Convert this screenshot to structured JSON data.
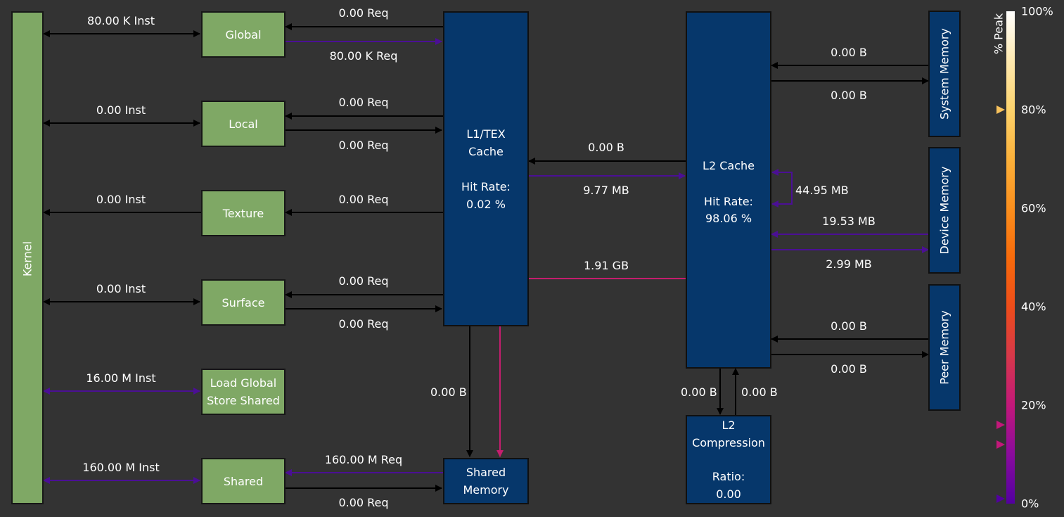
{
  "kernel": {
    "label": "Kernel"
  },
  "units": [
    {
      "id": "global",
      "label": "Global",
      "inst": "80.00 K Inst",
      "req_in": "0.00 Req",
      "req_out": "80.00 K Req"
    },
    {
      "id": "local",
      "label": "Local",
      "inst": "0.00 Inst",
      "req_in": "0.00 Req",
      "req_out": "0.00 Req"
    },
    {
      "id": "texture",
      "label": "Texture",
      "inst": "0.00 Inst",
      "req_in": "0.00 Req"
    },
    {
      "id": "surface",
      "label": "Surface",
      "inst": "0.00 Inst",
      "req_in": "0.00 Req",
      "req_out": "0.00 Req"
    },
    {
      "id": "ldgsts",
      "label_line1": "Load Global",
      "label_line2": "Store Shared",
      "inst": "16.00 M Inst"
    },
    {
      "id": "shared",
      "label": "Shared",
      "inst": "160.00 M Inst",
      "req_in": "160.00 M Req",
      "req_out": "0.00 Req"
    }
  ],
  "l1": {
    "title_line1": "L1/TEX",
    "title_line2": "Cache",
    "hit_label": "Hit Rate:",
    "hit_value": "0.02 %"
  },
  "l1_l2": {
    "to_l1": "0.00 B",
    "to_l2": "9.77 MB",
    "to_shared": "1.91 GB"
  },
  "l1_to_shared": "0.00 B",
  "shared_memory": {
    "line1": "Shared",
    "line2": "Memory"
  },
  "l2": {
    "title": "L2 Cache",
    "hit_label": "Hit Rate:",
    "hit_value": "98.06 %",
    "loop": "44.95 MB"
  },
  "l2_compression": {
    "line1": "L2",
    "line2": "Compression",
    "ratio_label": "Ratio:",
    "ratio_value": "0.00",
    "down": "0.00 B",
    "up": "0.00 B"
  },
  "system_memory": {
    "label": "System Memory",
    "read": "0.00 B",
    "write": "0.00 B"
  },
  "device_memory": {
    "label": "Device Memory",
    "read": "19.53 MB",
    "write": "2.99 MB"
  },
  "peer_memory": {
    "label": "Peer Memory",
    "read": "0.00 B",
    "write": "0.00 B"
  },
  "legend": {
    "title": "% Peak",
    "ticks": [
      "100%",
      "80%",
      "60%",
      "40%",
      "20%",
      "0%"
    ],
    "markers": [
      {
        "value": 80,
        "color": "#f7c25c"
      },
      {
        "value": 16,
        "color": "#c2187a"
      },
      {
        "value": 12,
        "color": "#c2187a"
      },
      {
        "value": 1,
        "color": "#5200a0"
      }
    ]
  },
  "colors": {
    "background": "#333333",
    "unit": "#7fa865",
    "cache": "#06376b",
    "wire": "#000000",
    "wire_active": "#4b0f95",
    "wire_hot": "#c51e6e",
    "port_l1": "#3a0c7a",
    "port_l2": "#c51e6e",
    "port_shared": "#f7c25c"
  }
}
